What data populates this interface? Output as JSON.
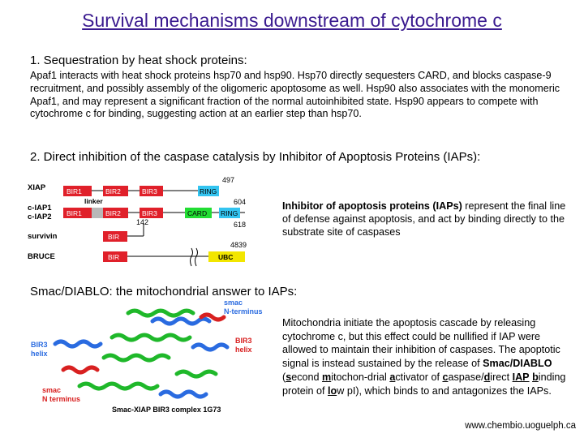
{
  "title": "Survival mechanisms downstream of cytochrome c",
  "section1": {
    "heading": "1. Sequestration by heat shock proteins:",
    "body": "Apaf1 interacts with heat shock proteins hsp70 and hsp90. Hsp70 directly sequesters CARD, and blocks caspase-9 recruitment, and possibly assembly of the oligomeric apoptosome as well. Hsp90 also associates with the monomeric Apaf1, and may represent a significant fraction of the normal autoinhibited state. Hsp90 appears to compete with cytochrome c for binding, suggesting action at an earlier step than hsp70."
  },
  "section2": {
    "heading": "2. Direct inhibition of the caspase catalysis by Inhibitor of Apoptosis Proteins (IAPs):",
    "body_bold": "Inhibitor of apoptosis proteins (IAPs)",
    "body_rest": " represent the final line of defense against apoptosis, and act by binding directly to the substrate site of caspases"
  },
  "diagram": {
    "proteins": [
      "XIAP",
      "c-IAP1",
      "c-IAP2",
      "survivin",
      "BRUCE"
    ],
    "domains": {
      "bir1": "BIR1",
      "bir2": "BIR2",
      "bir3": "BIR3",
      "ring": "RING",
      "card": "CARD",
      "bir": "BIR",
      "ubc": "UBC",
      "linker": "linker"
    },
    "numbers": {
      "n497": "497",
      "n604": "604",
      "n618": "618",
      "n142": "142",
      "n4839": "4839"
    },
    "colors": {
      "bir": "#e0202a",
      "linker": "#b8b8b8",
      "ring": "#33c4f0",
      "card": "#22dd33",
      "ubc": "#f2e600"
    }
  },
  "section3": {
    "heading": "Smac/DIABLO: the mitochondrial answer to IAPs:",
    "body_a": "Mitochondria initiate the apoptosis cascade by releasing cytochrome c, but this effect could be nullified if IAP were allowed to maintain their inhibition of caspases. The apoptotic signal is instead sustained by the release of ",
    "body_bold": "Smac/DIABLO",
    "body_b": " (",
    "s": "s",
    "econd": "econd ",
    "m": "m",
    "itochon": "itochon-drial ",
    "a": "a",
    "ctivator": "ctivator of ",
    "c": "c",
    "aspase": "aspase/",
    "d": "d",
    "irect": "irect ",
    "iap": "IAP",
    "space": " ",
    "b": "b",
    "inding": "inding protein of ",
    "lo": "lo",
    "tail": "w pI), which binds to and antagonizes the IAPs."
  },
  "structure": {
    "labels": {
      "smac_n_right": "smac\nN-terminus",
      "smac_n_right_l1": "smac",
      "smac_n_right_l2": "N-terminus",
      "bir3_left_l1": "BIR3",
      "bir3_left_l2": "helix",
      "bir3_right_l1": "BIR3",
      "bir3_right_l2": "helix",
      "smac_n_left_l1": "smac",
      "smac_n_left_l2": "N terminus",
      "complex": "Smac-XIAP BIR3 complex 1G73"
    }
  },
  "footer": "www.chembio.uoguelph.ca"
}
